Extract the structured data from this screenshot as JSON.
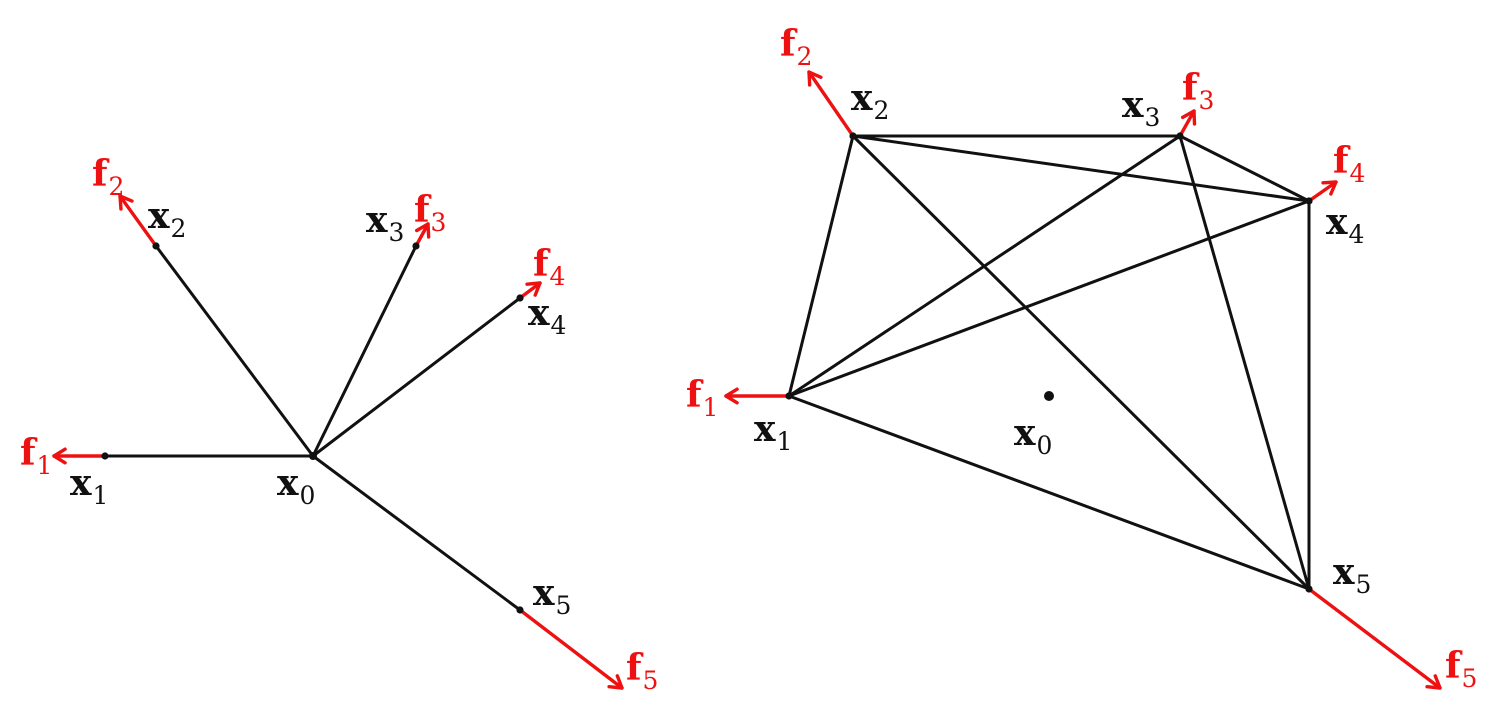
{
  "colors": {
    "edge": "#111111",
    "force": "#ee1111",
    "text": "#111111",
    "background": "#ffffff"
  },
  "left_figure": {
    "description_type": "star-network",
    "labels": {
      "x0": {
        "base": "x",
        "sub": "0"
      },
      "x1": {
        "base": "x",
        "sub": "1"
      },
      "x2": {
        "base": "x",
        "sub": "2"
      },
      "x3": {
        "base": "x",
        "sub": "3"
      },
      "x4": {
        "base": "x",
        "sub": "4"
      },
      "x5": {
        "base": "x",
        "sub": "5"
      },
      "f1": {
        "base": "f",
        "sub": "1"
      },
      "f2": {
        "base": "f",
        "sub": "2"
      },
      "f3": {
        "base": "f",
        "sub": "3"
      },
      "f4": {
        "base": "f",
        "sub": "4"
      },
      "f5": {
        "base": "f",
        "sub": "5"
      }
    }
  },
  "right_figure": {
    "description_type": "complete-network",
    "labels": {
      "x0": {
        "base": "x",
        "sub": "0"
      },
      "x1": {
        "base": "x",
        "sub": "1"
      },
      "x2": {
        "base": "x",
        "sub": "2"
      },
      "x3": {
        "base": "x",
        "sub": "3"
      },
      "x4": {
        "base": "x",
        "sub": "4"
      },
      "x5": {
        "base": "x",
        "sub": "5"
      },
      "f1": {
        "base": "f",
        "sub": "1"
      },
      "f2": {
        "base": "f",
        "sub": "2"
      },
      "f3": {
        "base": "f",
        "sub": "3"
      },
      "f4": {
        "base": "f",
        "sub": "4"
      },
      "f5": {
        "base": "f",
        "sub": "5"
      }
    }
  }
}
